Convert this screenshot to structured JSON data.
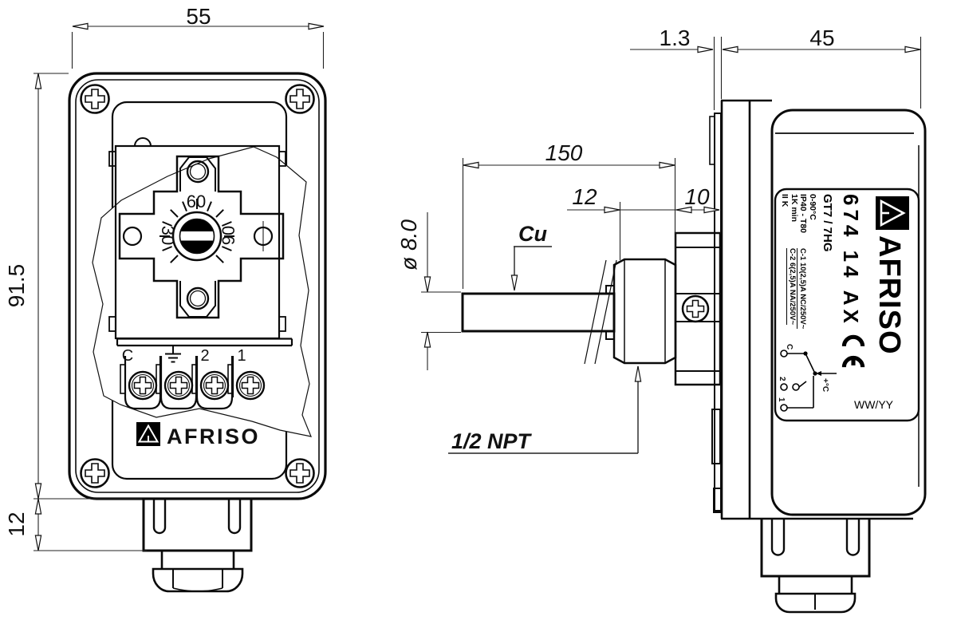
{
  "front": {
    "dim_width": "55",
    "dim_height": "91.5",
    "dim_neck": "12",
    "dial": {
      "low": "30",
      "mid": "60",
      "high": "90"
    },
    "terminals": {
      "c": "C",
      "n2": "2",
      "n1": "1"
    },
    "logo": "AFRISO"
  },
  "side": {
    "dim_gap": "1.3",
    "dim_depth": "45",
    "dim_probe": "150",
    "dim_thread": "12",
    "dim_boss": "10",
    "dim_dia": "ø 8.0",
    "material": "Cu",
    "thread": "1/2 NPT",
    "label": {
      "brand": "AFRISO",
      "model": "674 14 AX",
      "type": "GT7 / 7HG",
      "specs": [
        "0-90°C",
        "IP40 - T80",
        "1K min",
        "II K"
      ],
      "ratings": [
        "C-1 10(2,5)A NC/250V~",
        "C-2 6(2,5)A NA/250V~"
      ],
      "date": "WW/YY",
      "circuit": {
        "c": "C",
        "n2": "2",
        "n1": "1",
        "temp": "+°C"
      }
    }
  }
}
